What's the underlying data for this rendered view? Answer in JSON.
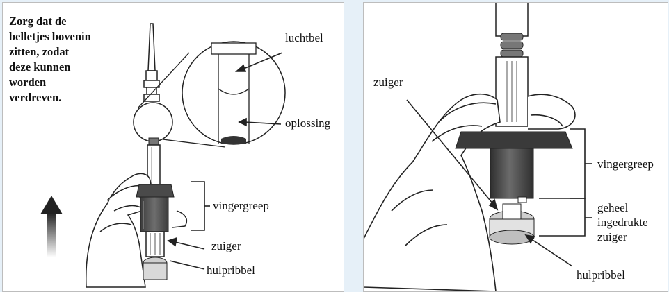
{
  "left_panel": {
    "instruction_lines": [
      "Zorg dat de",
      "belletjes bovenin",
      "zitten, zodat",
      "deze kunnen",
      "worden",
      "verdreven."
    ],
    "labels": {
      "air_bubble": "luchtbel",
      "solution": "oplossing",
      "finger_grip": "vingergreep",
      "plunger": "zuiger",
      "help_rib": "hulpribbel"
    }
  },
  "right_panel": {
    "labels": {
      "plunger": "zuiger",
      "finger_grip": "vingergreep",
      "fully_depressed_line1": "geheel",
      "fully_depressed_line2": "ingedrukte",
      "fully_depressed_line3": "zuiger",
      "help_rib": "hulpribbel"
    }
  }
}
